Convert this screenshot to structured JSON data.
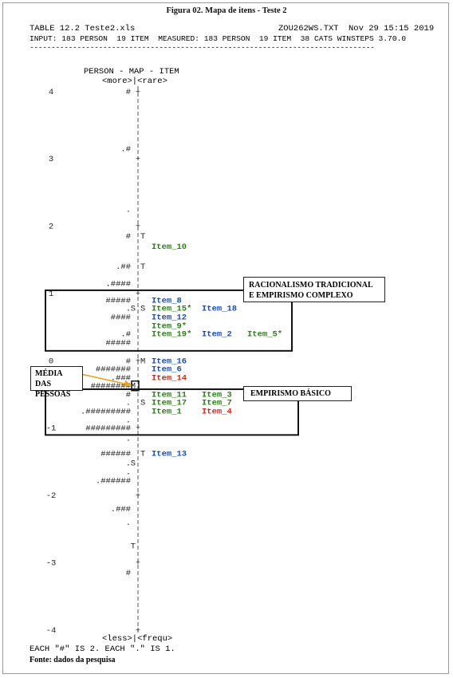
{
  "figure_title": "Figura 02. Mapa de itens - Teste 2",
  "header": {
    "table": "TABLE 12.2 Teste2.xls",
    "file": "ZOU262WS.TXT",
    "datetime": "Nov 29 15:15 2019",
    "input_line": "INPUT: 183 PERSON  19 ITEM  MEASURED: 183 PERSON  19 ITEM  38 CATS WINSTEPS 3.70.0",
    "rule": "--------------------------------------------------------------------------------"
  },
  "map": {
    "title": "PERSON - MAP - ITEM",
    "top_label": "<more>|<rare>",
    "bottom_label": "<less>|<frequ>"
  },
  "legend_text": "EACH \"#\" IS 2. EACH \".\" IS 1.",
  "source": "Fonte: dados da pesquisa",
  "annotations": {
    "box1_label": "RACIONALISMO TRADICIONAL E EMPIRISMO COMPLEXO",
    "box1_line1": "RACIONALISMO TRADICIONAL",
    "box1_line2": "E EMPIRISMO COMPLEXO",
    "box2_label": "EMPIRISMO BÁSICO",
    "mean_label_line1": "MÉDIA DAS",
    "mean_label_line2": "PESSOAS"
  },
  "colors": {
    "green": "#2e7d1e",
    "blue": "#1f4fa8",
    "red": "#d0271d",
    "arrow": "#e8a41a",
    "text": "#222222"
  },
  "chart_data": {
    "type": "scatter",
    "ylim": [
      -4,
      4
    ],
    "y_ticks": [
      4,
      3,
      2,
      1,
      0,
      -1,
      -2,
      -3,
      -4
    ],
    "persons": [
      {
        "y": 4.0,
        "s": "#"
      },
      {
        "y": 3.15,
        "s": ".#"
      },
      {
        "y": 2.25,
        "s": "."
      },
      {
        "y": 1.85,
        "s": "#"
      },
      {
        "y": 1.4,
        "s": ".##"
      },
      {
        "y": 1.15,
        "s": ".####"
      },
      {
        "y": 0.9,
        "s": "#####"
      },
      {
        "y": 0.78,
        "s": "."
      },
      {
        "y": 0.65,
        "s": "####"
      },
      {
        "y": 0.4,
        "s": ".#"
      },
      {
        "y": 0.27,
        "s": "#####"
      },
      {
        "y": 0.0,
        "s": "#"
      },
      {
        "y": -0.12,
        "s": "#######"
      },
      {
        "y": -0.25,
        "s": ".###"
      },
      {
        "y": -0.37,
        "s": "########"
      },
      {
        "y": -0.5,
        "s": "#"
      },
      {
        "y": -0.62,
        "s": "."
      },
      {
        "y": -0.75,
        "s": ".#########"
      },
      {
        "y": -0.88,
        "s": "."
      },
      {
        "y": -1.0,
        "s": "#########"
      },
      {
        "y": -1.15,
        "s": "."
      },
      {
        "y": -1.38,
        "s": "######"
      },
      {
        "y": -1.52,
        "s": "."
      },
      {
        "y": -1.65,
        "s": "."
      },
      {
        "y": -1.78,
        "s": ".######"
      },
      {
        "y": -2.2,
        "s": ".###"
      },
      {
        "y": -2.4,
        "s": "."
      },
      {
        "y": -3.15,
        "s": "#"
      }
    ],
    "axis_markers": [
      {
        "y": 1.85,
        "left": "",
        "right": "T"
      },
      {
        "y": 1.4,
        "left": "",
        "right": "T"
      },
      {
        "y": 0.78,
        "left": "S",
        "right": "S"
      },
      {
        "y": 0.0,
        "left": "",
        "right": "M"
      },
      {
        "y": -0.37,
        "left": "M",
        "right": ""
      },
      {
        "y": -0.62,
        "left": "",
        "right": "S"
      },
      {
        "y": -1.38,
        "left": "",
        "right": "T"
      },
      {
        "y": -1.52,
        "left": "S",
        "right": ""
      },
      {
        "y": -2.75,
        "left": "T",
        "right": ""
      }
    ],
    "items": [
      {
        "label": "Item_10",
        "y": 1.7,
        "col": 0,
        "color": "green"
      },
      {
        "label": "Item_8",
        "y": 0.9,
        "col": 0,
        "color": "blue"
      },
      {
        "label": "Item_15*",
        "y": 0.78,
        "col": 0,
        "color": "green"
      },
      {
        "label": "Item_18",
        "y": 0.78,
        "col": 1,
        "color": "blue"
      },
      {
        "label": "Item_12",
        "y": 0.65,
        "col": 0,
        "color": "blue"
      },
      {
        "label": "Item_9*",
        "y": 0.52,
        "col": 0,
        "color": "green"
      },
      {
        "label": "Item_19*",
        "y": 0.4,
        "col": 0,
        "color": "green"
      },
      {
        "label": "Item_2",
        "y": 0.4,
        "col": 1,
        "color": "blue"
      },
      {
        "label": "Item_5*",
        "y": 0.4,
        "col": 2,
        "color": "green"
      },
      {
        "label": "Item_16",
        "y": 0.0,
        "col": 0,
        "color": "blue"
      },
      {
        "label": "Item_6",
        "y": -0.12,
        "col": 0,
        "color": "blue"
      },
      {
        "label": "Item_14",
        "y": -0.25,
        "col": 0,
        "color": "red"
      },
      {
        "label": "Item_11",
        "y": -0.5,
        "col": 0,
        "color": "green"
      },
      {
        "label": "Item_3",
        "y": -0.5,
        "col": 1,
        "color": "green"
      },
      {
        "label": "Item_17",
        "y": -0.62,
        "col": 0,
        "color": "green"
      },
      {
        "label": "Item_7",
        "y": -0.62,
        "col": 1,
        "color": "green"
      },
      {
        "label": "Item_1",
        "y": -0.75,
        "col": 0,
        "color": "green"
      },
      {
        "label": "Item_4",
        "y": -0.75,
        "col": 1,
        "color": "red"
      },
      {
        "label": "Item_13",
        "y": -1.38,
        "col": 0,
        "color": "blue"
      }
    ]
  }
}
